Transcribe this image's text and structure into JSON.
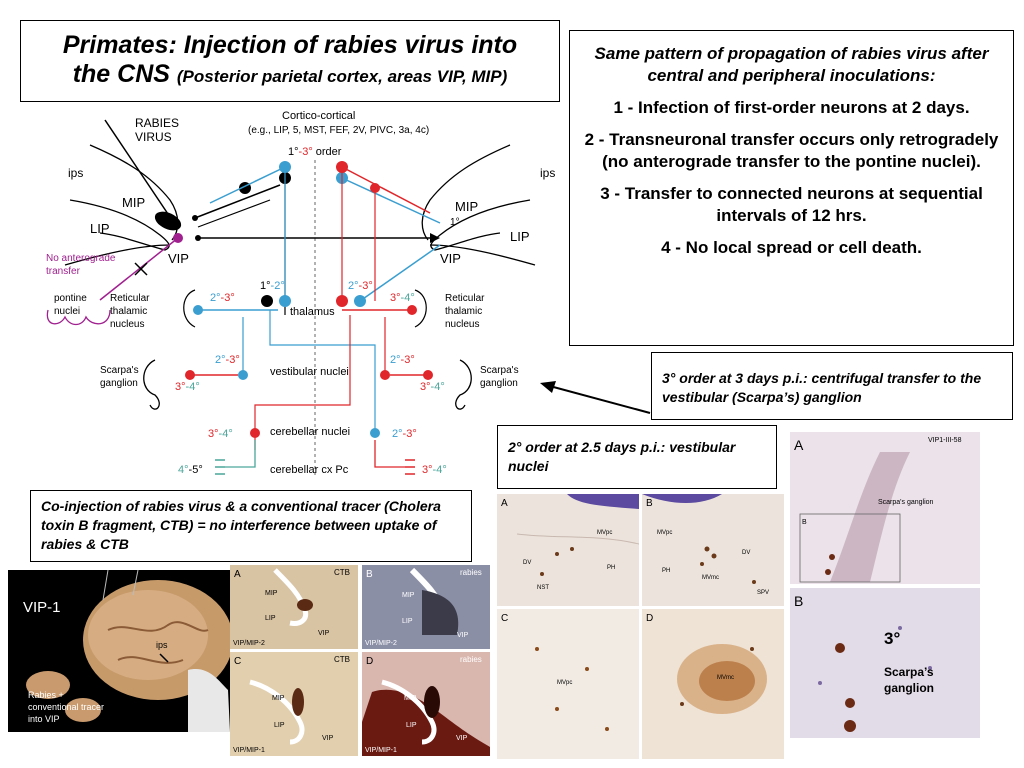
{
  "title": {
    "main_line1": "Primates: Injection of rabies virus into",
    "main_line2": "the CNS",
    "subtitle": "(Posterior parietal cortex, areas VIP, MIP)"
  },
  "summary": {
    "intro": "Same pattern of propagation of rabies virus after central and peripheral inoculations:",
    "points": [
      "1 -  Infection of first-order neurons at 2 days.",
      "2 -  Transneuronal transfer occurs only retrogradely (no anterograde transfer to the pontine nuclei).",
      "3 - Transfer to connected neurons at sequential intervals of 12 hrs.",
      "4 - No local spread or cell death."
    ]
  },
  "note_third_order": "3° order at 3 days p.i.: centrifugal transfer to the vestibular (Scarpa’s) ganglion",
  "note_second_order": "2° order at 2.5 days p.i.: vestibular nuclei",
  "coinjection_note": "Co-injection of rabies virus & a conventional tracer (Cholera toxin B fragment, CTB) = no interference between uptake of rabies & CTB",
  "diagram": {
    "rabies_virus": [
      "RABIES",
      "VIRUS"
    ],
    "cortico_cortical": [
      "Cortico-cortical",
      "(e.g., LIP, 5, MST, FEF, 2V, PIVC, 3a, 4c)"
    ],
    "order_prefix": "1",
    "order_red": "-3",
    "order_suffix": "order",
    "ips": "ips",
    "mip": "MIP",
    "lip": "LIP",
    "vip": "VIP",
    "first_order": "1",
    "no_anterograde": [
      "No anterograde",
      "transfer"
    ],
    "pontine_nuclei": [
      "pontine",
      "nuclei"
    ],
    "reticular": [
      "Reticular",
      "thalamic",
      "nucleus"
    ],
    "thalamus": "thalamus",
    "vestibular_nuclei": "vestibular nuclei",
    "cerebellar_nuclei": "cerebellar nuclei",
    "cerebellar_cx": "cerebellar cx Pc",
    "scarpa": [
      "Scarpa's",
      "ganglion"
    ],
    "order_1_2_a": "1",
    "order_1_2_b": "-2",
    "order_2_3_a": "2",
    "order_2_3_b": "-3",
    "order_3_4_a": "3",
    "order_3_4_b": "-4",
    "order_4_5_a": "4",
    "order_4_5_b": "-5",
    "degree": "°"
  },
  "photos": {
    "brain_label": "VIP-1",
    "brain_ips": "ips",
    "brain_caption": [
      "Rabies +",
      "conventional tracer",
      "into VIP"
    ],
    "ctb": "CTB",
    "rabies": "rabies",
    "panel_a": "A",
    "panel_b": "B",
    "panel_c": "C",
    "panel_d": "D",
    "mip": "MIP",
    "lip": "LIP",
    "vip": "VIP",
    "vipmip2": "VIP/MIP-2",
    "vipmip1": "VIP/MIP-1",
    "scarpa_section_id": "VIP1-III-58",
    "scarpa_label": "Scarpa's ganglion",
    "third_degree": "3°",
    "scarpa_ganglion": [
      "Scarpa’s",
      "ganglion"
    ],
    "dv": "DV",
    "mvpc": "MVpc",
    "nst": "NST",
    "ph": "PH",
    "mvmc": "MVmc",
    "spv": "SPV"
  },
  "colors": {
    "blue": "#3a9ed0",
    "red": "#e0262a",
    "magenta": "#a0208f",
    "teal": "#4aa69a",
    "nucleus_label": "#7a2270"
  }
}
